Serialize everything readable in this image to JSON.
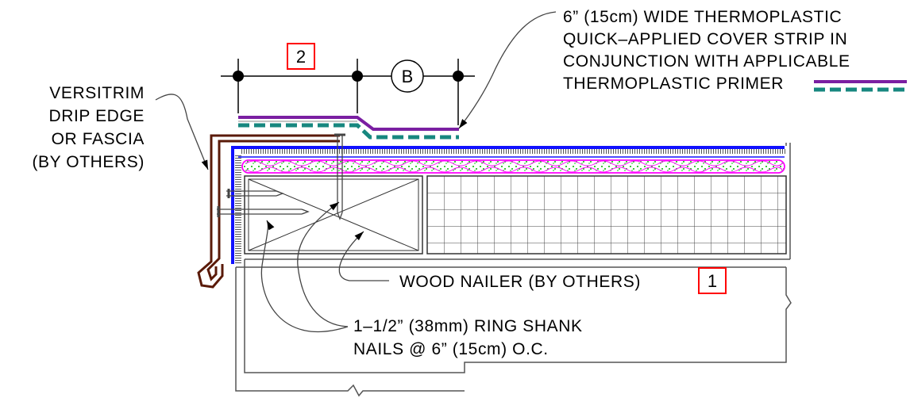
{
  "labels": {
    "drip_edge": [
      "VERSITRIM",
      "DRIP EDGE",
      "OR FASCIA",
      "(BY OTHERS)"
    ],
    "cover_strip": [
      "6” (15cm) WIDE THERMOPLASTIC",
      "QUICK–APPLIED COVER STRIP IN",
      "CONJUNCTION WITH APPLICABLE",
      "THERMOPLASTIC PRIMER"
    ],
    "wood_nailer": "WOOD NAILER (BY OTHERS)",
    "ring_shank": [
      "1–1/2” (38mm) RING SHANK",
      "NAILS @ 6” (15cm) O.C."
    ]
  },
  "tags": {
    "dimension_tag": "2",
    "circle_tag": "B",
    "nailer_tag": "1"
  },
  "colors": {
    "primer_purple": "#7a1fa2",
    "primer_teal": "#17877f",
    "membrane_blue": "#1010ff",
    "foam_green": "#00c000",
    "foam_magenta": "#ff00ff",
    "fascia_brown": "#5a1a08",
    "tag_red": "#ff0000"
  }
}
